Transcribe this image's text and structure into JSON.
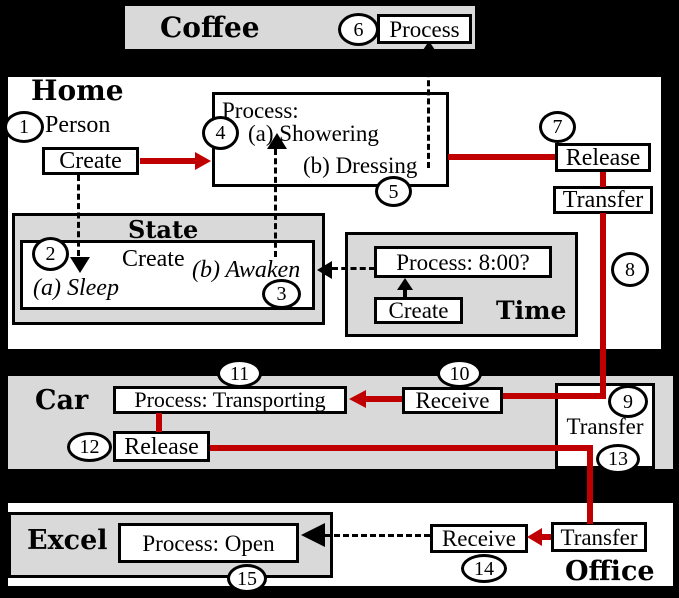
{
  "colors": {
    "accent_red": "#c00000",
    "section_fill": "#d9d9d9",
    "node_fill": "#ffffff",
    "line_black": "#000000"
  },
  "sections": {
    "coffee": {
      "label": "Coffee"
    },
    "home": {
      "label": "Home"
    },
    "state": {
      "label": "State"
    },
    "time": {
      "label": "Time"
    },
    "car": {
      "label": "Car"
    },
    "office": {
      "label": "Office"
    },
    "excel": {
      "label": "Excel"
    }
  },
  "nodes": {
    "coffee_process": {
      "label": "Process"
    },
    "person": {
      "label": "Person"
    },
    "home_create": {
      "label": "Create"
    },
    "home_process": {
      "title": "Process:",
      "item_a": "(a) Showering",
      "item_b": "(b) Dressing"
    },
    "home_release": {
      "label": "Release"
    },
    "home_transfer": {
      "label": "Transfer"
    },
    "state_create": {
      "label": "Create"
    },
    "state_sleep": {
      "label": "(a) Sleep"
    },
    "state_awaken": {
      "label": "(b) Awaken"
    },
    "time_process": {
      "label": "Process: 8:00?"
    },
    "time_create": {
      "label": "Create"
    },
    "car_process": {
      "label": "Process: Transporting"
    },
    "car_receive": {
      "label": "Receive"
    },
    "car_transfer": {
      "label": "Transfer"
    },
    "car_release": {
      "label": "Release"
    },
    "excel_process": {
      "label": "Process: Open"
    },
    "office_receive": {
      "label": "Receive"
    },
    "office_transfer": {
      "label": "Transfer"
    }
  },
  "steps": {
    "s1": "1",
    "s2": "2",
    "s3": "3",
    "s4": "4",
    "s5": "5",
    "s6": "6",
    "s7": "7",
    "s8": "8",
    "s9": "9",
    "s10": "10",
    "s11": "11",
    "s12": "12",
    "s13": "13",
    "s14": "14",
    "s15": "15"
  }
}
